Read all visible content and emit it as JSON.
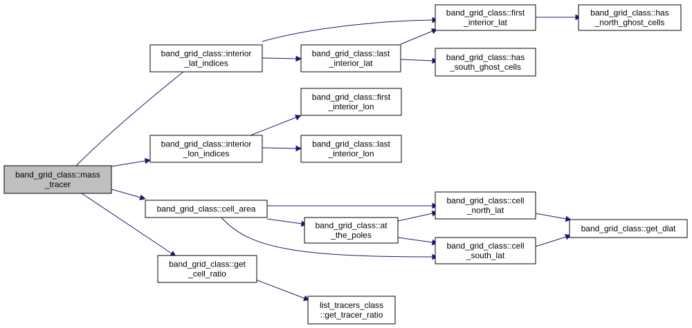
{
  "graph": {
    "edge_color": "#191970",
    "root_fill": "#bfbfbf",
    "nodes": {
      "mass_tracer": {
        "lines": [
          "band_grid_class::mass",
          "_tracer"
        ]
      },
      "interior_lat_indices": {
        "lines": [
          "band_grid_class::interior",
          "_lat_indices"
        ]
      },
      "interior_lon_indices": {
        "lines": [
          "band_grid_class::interior",
          "_lon_indices"
        ]
      },
      "cell_area": {
        "lines": [
          "band_grid_class::cell_area"
        ]
      },
      "get_cell_ratio": {
        "lines": [
          "band_grid_class::get",
          "_cell_ratio"
        ]
      },
      "last_interior_lat": {
        "lines": [
          "band_grid_class::last",
          "_interior_lat"
        ]
      },
      "first_interior_lat": {
        "lines": [
          "band_grid_class::first",
          "_interior_lat"
        ]
      },
      "has_north_ghost": {
        "lines": [
          "band_grid_class::has",
          "_north_ghost_cells"
        ]
      },
      "has_south_ghost": {
        "lines": [
          "band_grid_class::has",
          "_south_ghost_cells"
        ]
      },
      "first_interior_lon": {
        "lines": [
          "band_grid_class::first",
          "_interior_lon"
        ]
      },
      "last_interior_lon": {
        "lines": [
          "band_grid_class::last",
          "_interior_lon"
        ]
      },
      "at_the_poles": {
        "lines": [
          "band_grid_class::at",
          "_the_poles"
        ]
      },
      "cell_north_lat": {
        "lines": [
          "band_grid_class::cell",
          "_north_lat"
        ]
      },
      "cell_south_lat": {
        "lines": [
          "band_grid_class::cell",
          "_south_lat"
        ]
      },
      "get_dlat": {
        "lines": [
          "band_grid_class::get_dlat"
        ]
      },
      "get_tracer_ratio": {
        "lines": [
          "list_tracers_class",
          "::get_tracer_ratio"
        ]
      }
    }
  }
}
